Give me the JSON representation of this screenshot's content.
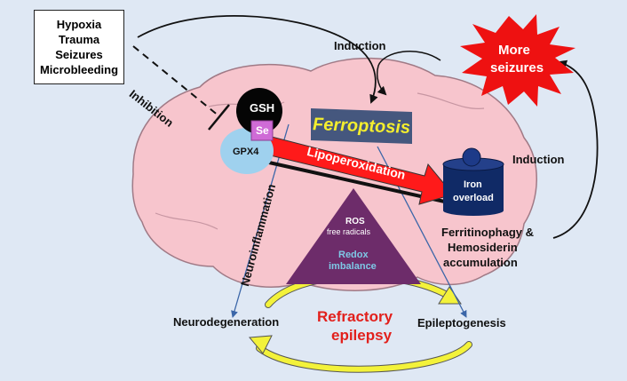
{
  "causes": {
    "lines": [
      "Hypoxia",
      "Trauma",
      "Seizures",
      "Microbleeding"
    ]
  },
  "labels": {
    "inhibition": "Inhibition",
    "induction_top": "Induction",
    "induction_right": "Induction",
    "gsh": "GSH",
    "se": "Se",
    "gpx4": "GPX4",
    "ferroptosis": "Ferroptosis",
    "lipoperoxidation": "Lipoperoxidation",
    "iron_line1": "Iron",
    "iron_line2": "overload",
    "ferritinophagy_line1": "Ferritinophagy &",
    "ferritinophagy_line2": "Hemosiderin",
    "ferritinophagy_line3": "accumulation",
    "more_seizures_line1": "More",
    "more_seizures_line2": "seizures",
    "ros_line1": "ROS",
    "ros_line2": "free radicals",
    "redox_line1": "Redox",
    "redox_line2": "imbalance",
    "neuroinflammation": "Neuroinflammation",
    "neurodegeneration": "Neurodegeneration",
    "epileptogenesis": "Epileptogenesis",
    "refractory_line1": "Refractory",
    "refractory_line2": "epilepsy"
  },
  "colors": {
    "background": "#dfe8f4",
    "brain": "#f7c5cd",
    "brain_outline": "#a07a86",
    "burst": "#ee1111",
    "ferroptosis_box": "#45577e",
    "ferroptosis_text": "#f4ee2e",
    "lipoperoxidation_arrow": "#ff1a1a",
    "iron_cylinder": "#102a66",
    "triangle": "#6d2c6a",
    "redox_text": "#7ec8e6",
    "refractory_text": "#e2201c",
    "cycle_arrow": "#f3f23a",
    "gpx4": "#9fd1ee",
    "se": "#cf6bd6"
  }
}
